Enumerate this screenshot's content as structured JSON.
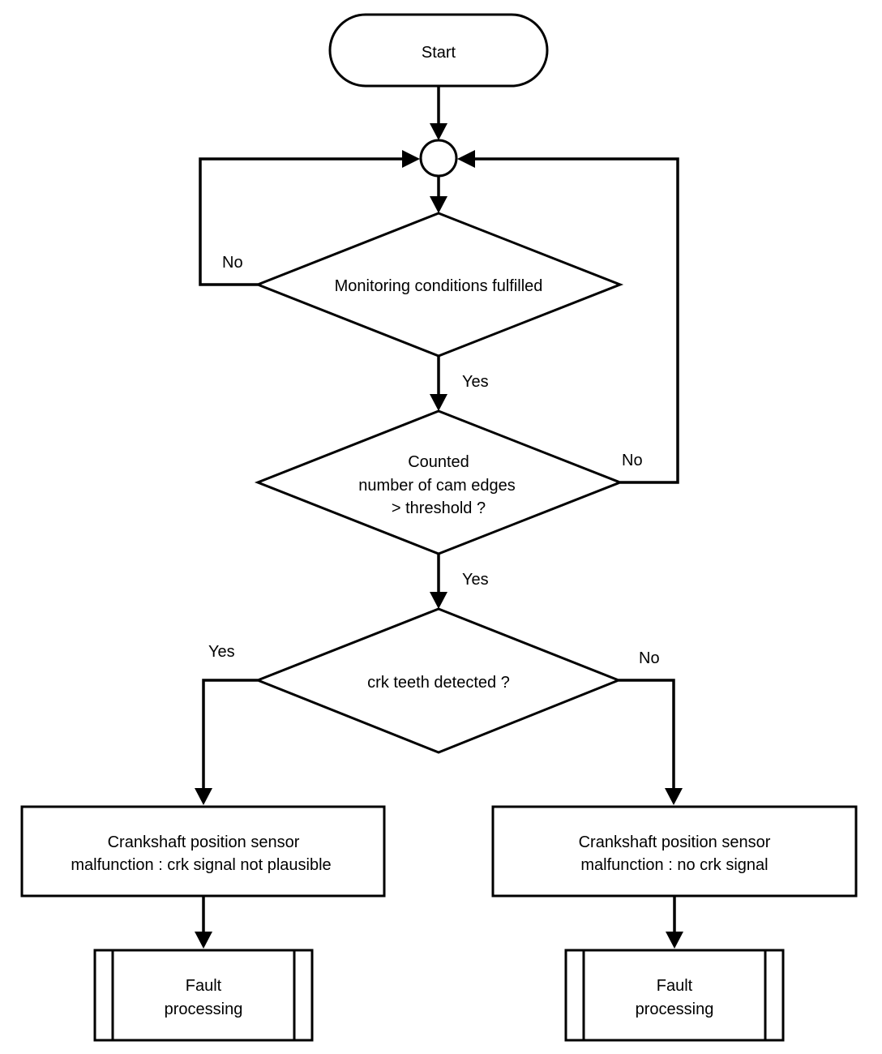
{
  "nodes": {
    "start": "Start",
    "monitoring": "Monitoring conditions fulfilled",
    "cam_edges": [
      "Counted",
      "number of cam edges",
      "> threshold ?"
    ],
    "crk_teeth": "crk teeth detected ?",
    "not_plausible": [
      "Crankshaft position sensor",
      "malfunction : crk signal not plausible"
    ],
    "no_signal": [
      "Crankshaft position sensor",
      "malfunction : no crk signal"
    ],
    "fault_left": [
      "Fault",
      "processing"
    ],
    "fault_right": [
      "Fault",
      "processing"
    ]
  },
  "edges": {
    "monitoring_no": "No",
    "monitoring_yes": "Yes",
    "cam_no": "No",
    "cam_yes": "Yes",
    "crk_yes": "Yes",
    "crk_no": "No"
  }
}
